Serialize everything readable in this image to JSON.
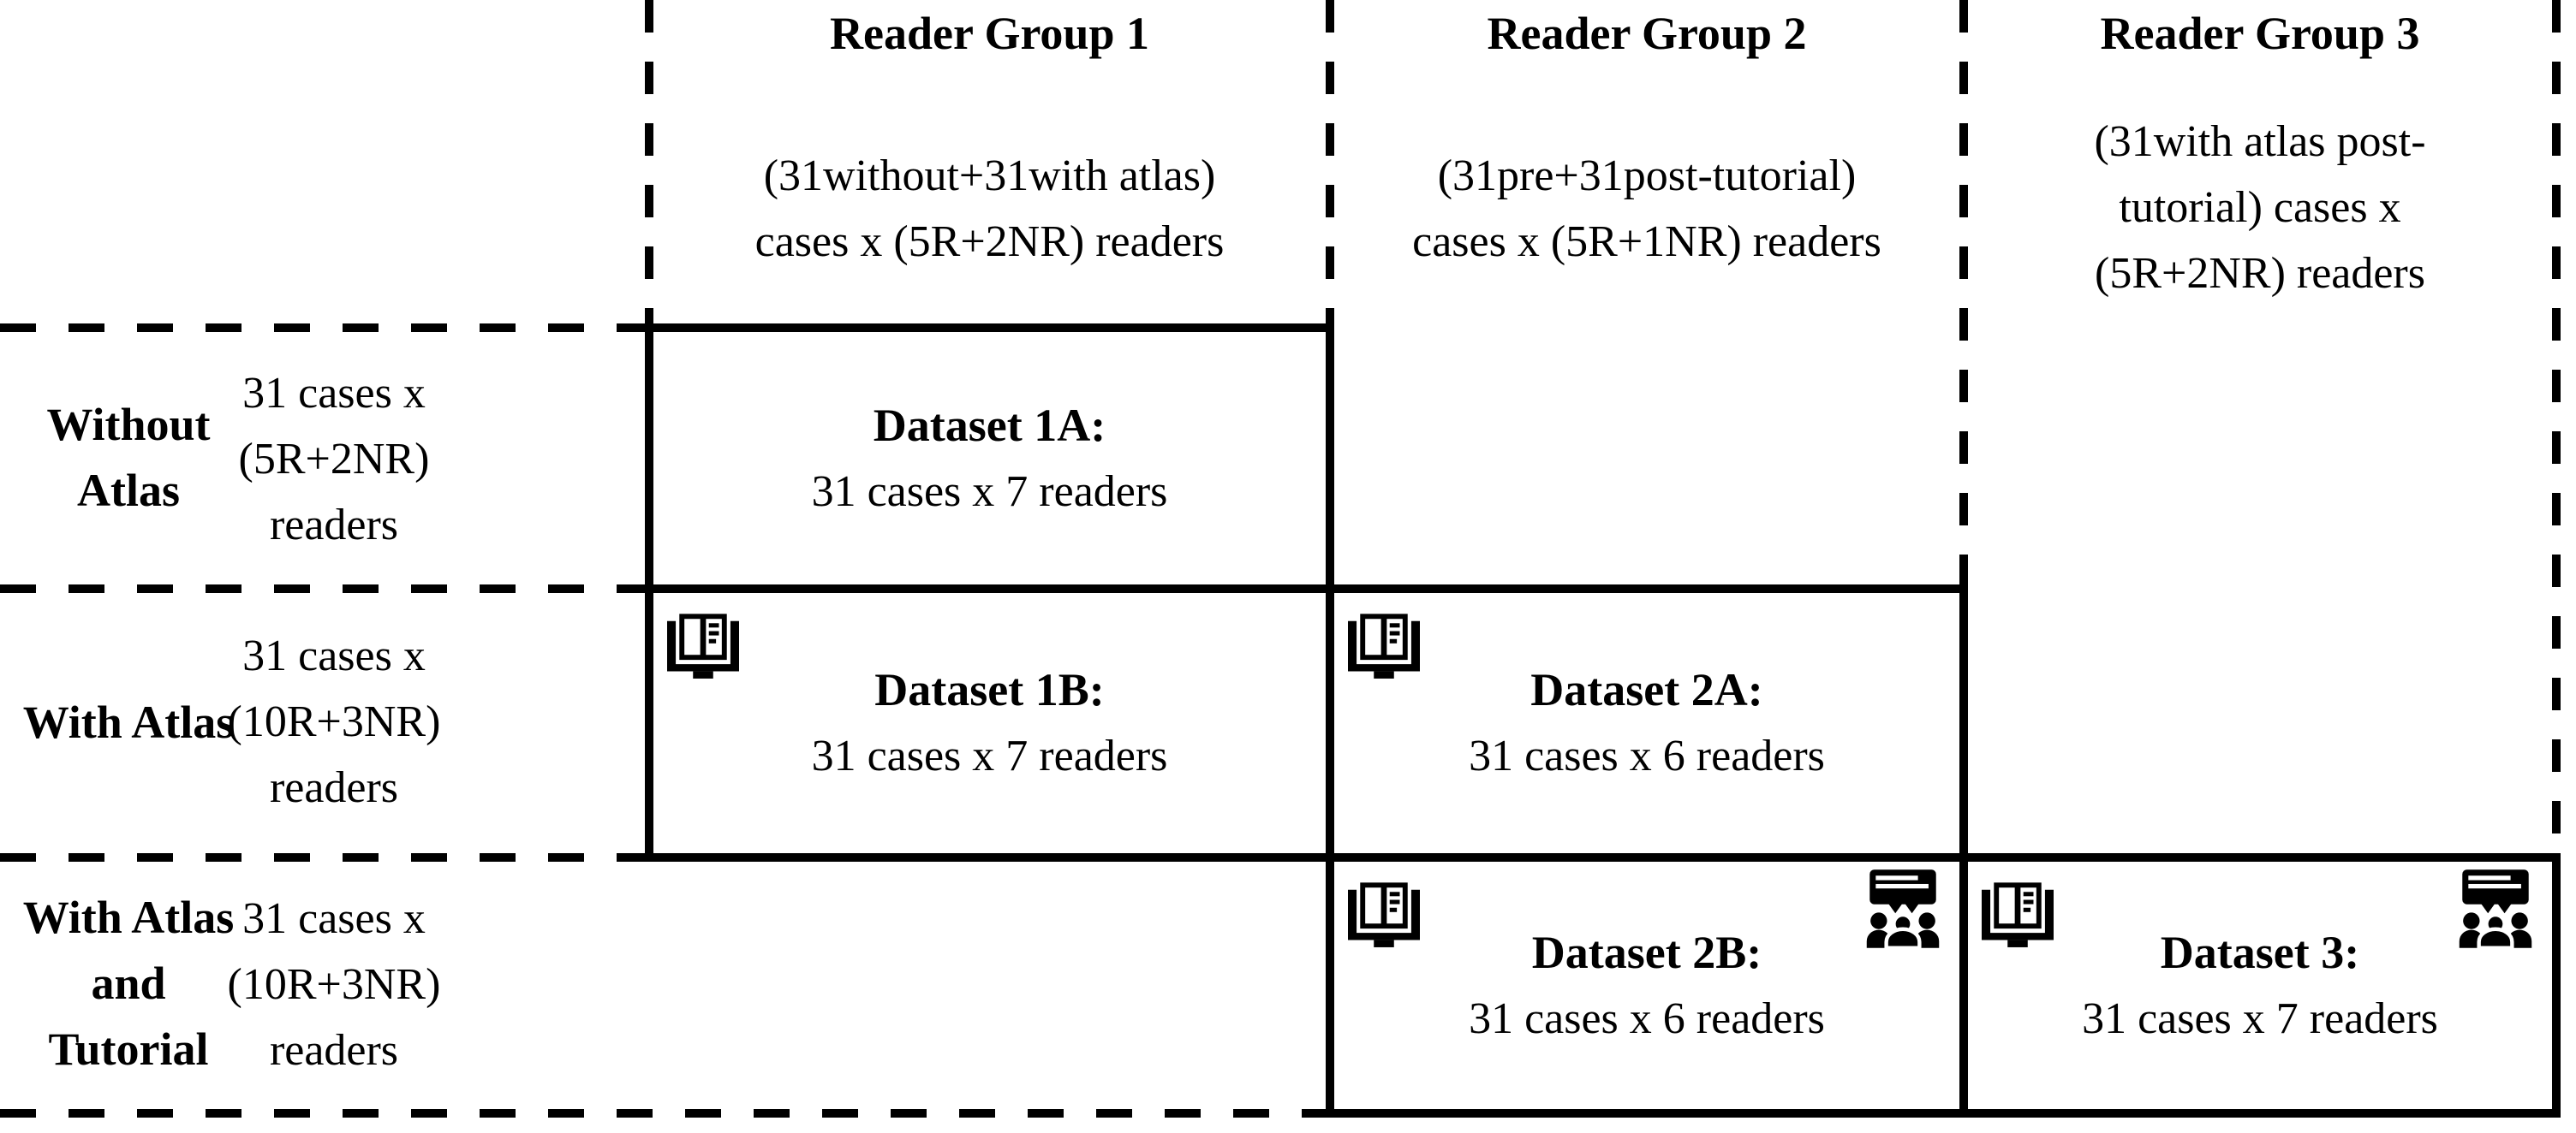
{
  "colors": {
    "foreground": "#000000",
    "background": "#ffffff"
  },
  "reader_groups": [
    {
      "title": "Reader Group 1",
      "subtitle_lines": [
        "(31without+31with atlas)",
        "cases x (5R+2NR) readers"
      ]
    },
    {
      "title": "Reader Group 2",
      "subtitle_lines": [
        "(31pre+31post-tutorial)",
        "cases x (5R+1NR) readers"
      ]
    },
    {
      "title": "Reader Group 3",
      "subtitle_lines": [
        "(31with atlas post-",
        "tutorial) cases x",
        "(5R+2NR) readers"
      ]
    }
  ],
  "conditions": [
    {
      "label_lines": [
        "Without",
        "Atlas"
      ],
      "detail_lines": [
        "31 cases x",
        "(5R+2NR)",
        "readers"
      ]
    },
    {
      "label_lines": [
        "With Atlas"
      ],
      "detail_lines": [
        "31 cases x",
        "(10R+3NR)",
        "readers"
      ]
    },
    {
      "label_lines": [
        "With Atlas",
        "and",
        "Tutorial"
      ],
      "detail_lines": [
        "31 cases x",
        "(10R+3NR)",
        "readers"
      ]
    }
  ],
  "datasets": [
    {
      "name": "Dataset 1A:",
      "detail": "31 cases x 7 readers",
      "icons": []
    },
    {
      "name": "Dataset 1B:",
      "detail": "31 cases x 7 readers",
      "icons": [
        "atlas-book"
      ]
    },
    {
      "name": "Dataset 2A:",
      "detail": "31 cases x 6 readers",
      "icons": [
        "atlas-book"
      ]
    },
    {
      "name": "Dataset 2B:",
      "detail": "31 cases x 6 readers",
      "icons": [
        "atlas-book",
        "tutorial-presentation"
      ]
    },
    {
      "name": "Dataset 3:",
      "detail": "31 cases x 7 readers",
      "icons": [
        "atlas-book",
        "tutorial-presentation"
      ]
    }
  ]
}
